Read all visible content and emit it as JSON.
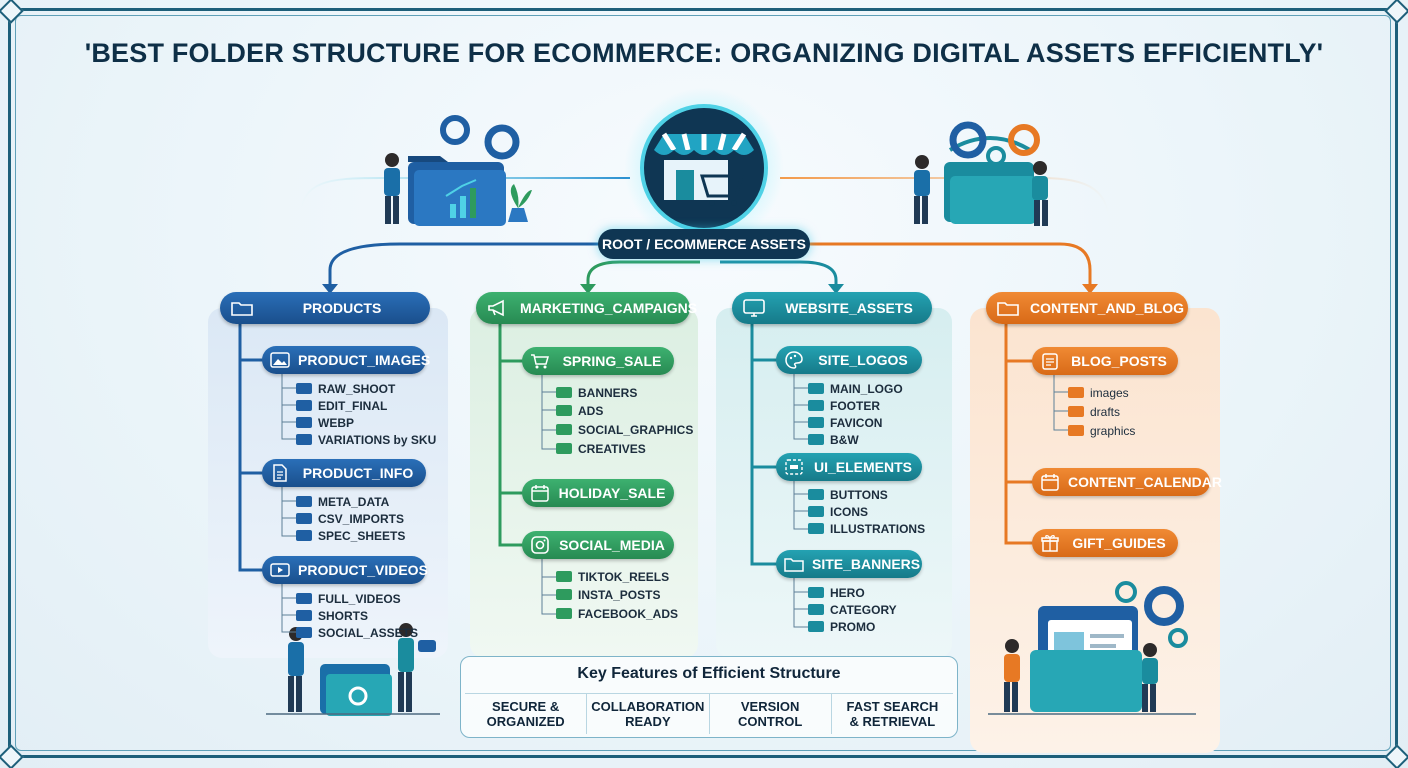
{
  "title": "'BEST FOLDER STRUCTURE FOR ECOMMERCE: ORGANIZING DIGITAL ASSETS EFFICIENTLY'",
  "root": {
    "label": "ROOT / ECOMMERCE ASSETS",
    "icon": "storefront-cart-icon"
  },
  "colors": {
    "products": "#1f5fa3",
    "marketing": "#2e9b5e",
    "website": "#1a8c9e",
    "content": "#e77924",
    "dark": "#0f3653",
    "glow": "#4fd2e6"
  },
  "columns": [
    {
      "label": "PRODUCTS",
      "icon": "folder-icon",
      "subfolders": [
        {
          "label": "PRODUCT_IMAGES",
          "icon": "image-icon",
          "items": [
            "RAW_SHOOT",
            "EDIT_FINAL",
            "WEBP",
            "VARIATIONS by SKU"
          ]
        },
        {
          "label": "PRODUCT_INFO",
          "icon": "document-icon",
          "items": [
            "META_DATA",
            "CSV_IMPORTS",
            "SPEC_SHEETS"
          ]
        },
        {
          "label": "PRODUCT_VIDEOS",
          "icon": "video-icon",
          "items": [
            "FULL_VIDEOS",
            "SHORTS",
            "SOCIAL_ASSETS"
          ]
        }
      ]
    },
    {
      "label": "MARKETING_CAMPAIGNS",
      "icon": "megaphone-icon",
      "subfolders": [
        {
          "label": "SPRING_SALE",
          "icon": "cart-icon",
          "items": [
            "BANNERS",
            "ADS",
            "SOCIAL_GRAPHICS",
            "CREATIVES"
          ]
        },
        {
          "label": "HOLIDAY_SALE",
          "icon": "calendar-icon",
          "items": []
        },
        {
          "label": "SOCIAL_MEDIA",
          "icon": "instagram-icon",
          "items": [
            "TIKTOK_REELS",
            "INSTA_POSTS",
            "FACEBOOK_ADS"
          ]
        }
      ]
    },
    {
      "label": "WEBSITE_ASSETS",
      "icon": "monitor-icon",
      "subfolders": [
        {
          "label": "SITE_LOGOS",
          "icon": "palette-icon",
          "items": [
            "MAIN_LOGO",
            "FOOTER",
            "FAVICON",
            "B&W"
          ]
        },
        {
          "label": "UI_ELEMENTS",
          "icon": "ui-element-icon",
          "items": [
            "BUTTONS",
            "ICONS",
            "ILLUSTRATIONS"
          ]
        },
        {
          "label": "SITE_BANNERS",
          "icon": "folder-icon",
          "items": [
            "HERO",
            "CATEGORY",
            "PROMO"
          ]
        }
      ]
    },
    {
      "label": "CONTENT_AND_BLOG",
      "icon": "folder-icon",
      "subfolders": [
        {
          "label": "BLOG_POSTS",
          "icon": "notepad-icon",
          "items": [
            "images",
            "drafts",
            "graphics"
          ]
        },
        {
          "label": "CONTENT_CALENDAR",
          "icon": "calendar-icon",
          "items": []
        },
        {
          "label": "GIFT_GUIDES",
          "icon": "gift-icon",
          "items": []
        }
      ]
    }
  ],
  "key_features": {
    "title": "Key Features of Efficient Structure",
    "items": [
      {
        "line1": "SECURE &",
        "line2": "ORGANIZED"
      },
      {
        "line1": "COLLABORATION",
        "line2": "READY"
      },
      {
        "line1": "VERSION",
        "line2": "CONTROL"
      },
      {
        "line1": "FAST SEARCH",
        "line2": "& RETRIEVAL"
      }
    ]
  }
}
